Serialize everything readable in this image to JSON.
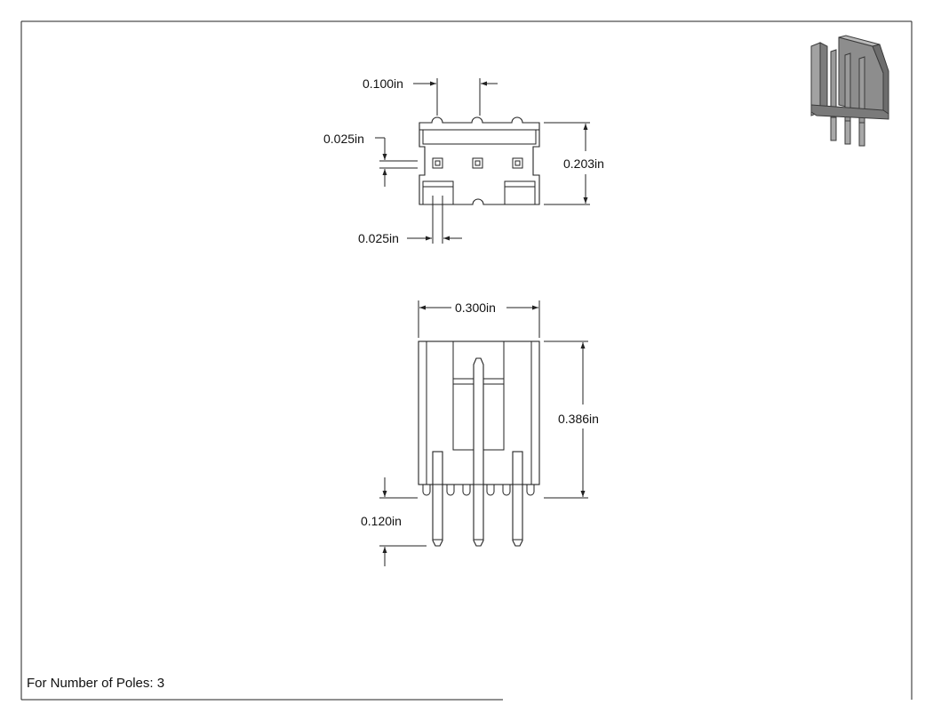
{
  "dimensions": {
    "pitch": "0.100in",
    "wall_top": "0.025in",
    "depth": "0.203in",
    "wall_bottom": "0.025in",
    "width": "0.300in",
    "height": "0.386in",
    "tail": "0.120in"
  },
  "note": "For Number of Poles: 3",
  "iso_view": {
    "icon": "connector-3d-render-icon",
    "poles": 3
  }
}
